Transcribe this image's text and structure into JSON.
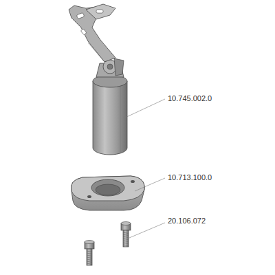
{
  "diagram": {
    "labels": [
      "10.745.002.0",
      "10.713.100.0",
      "20.106.072"
    ]
  }
}
